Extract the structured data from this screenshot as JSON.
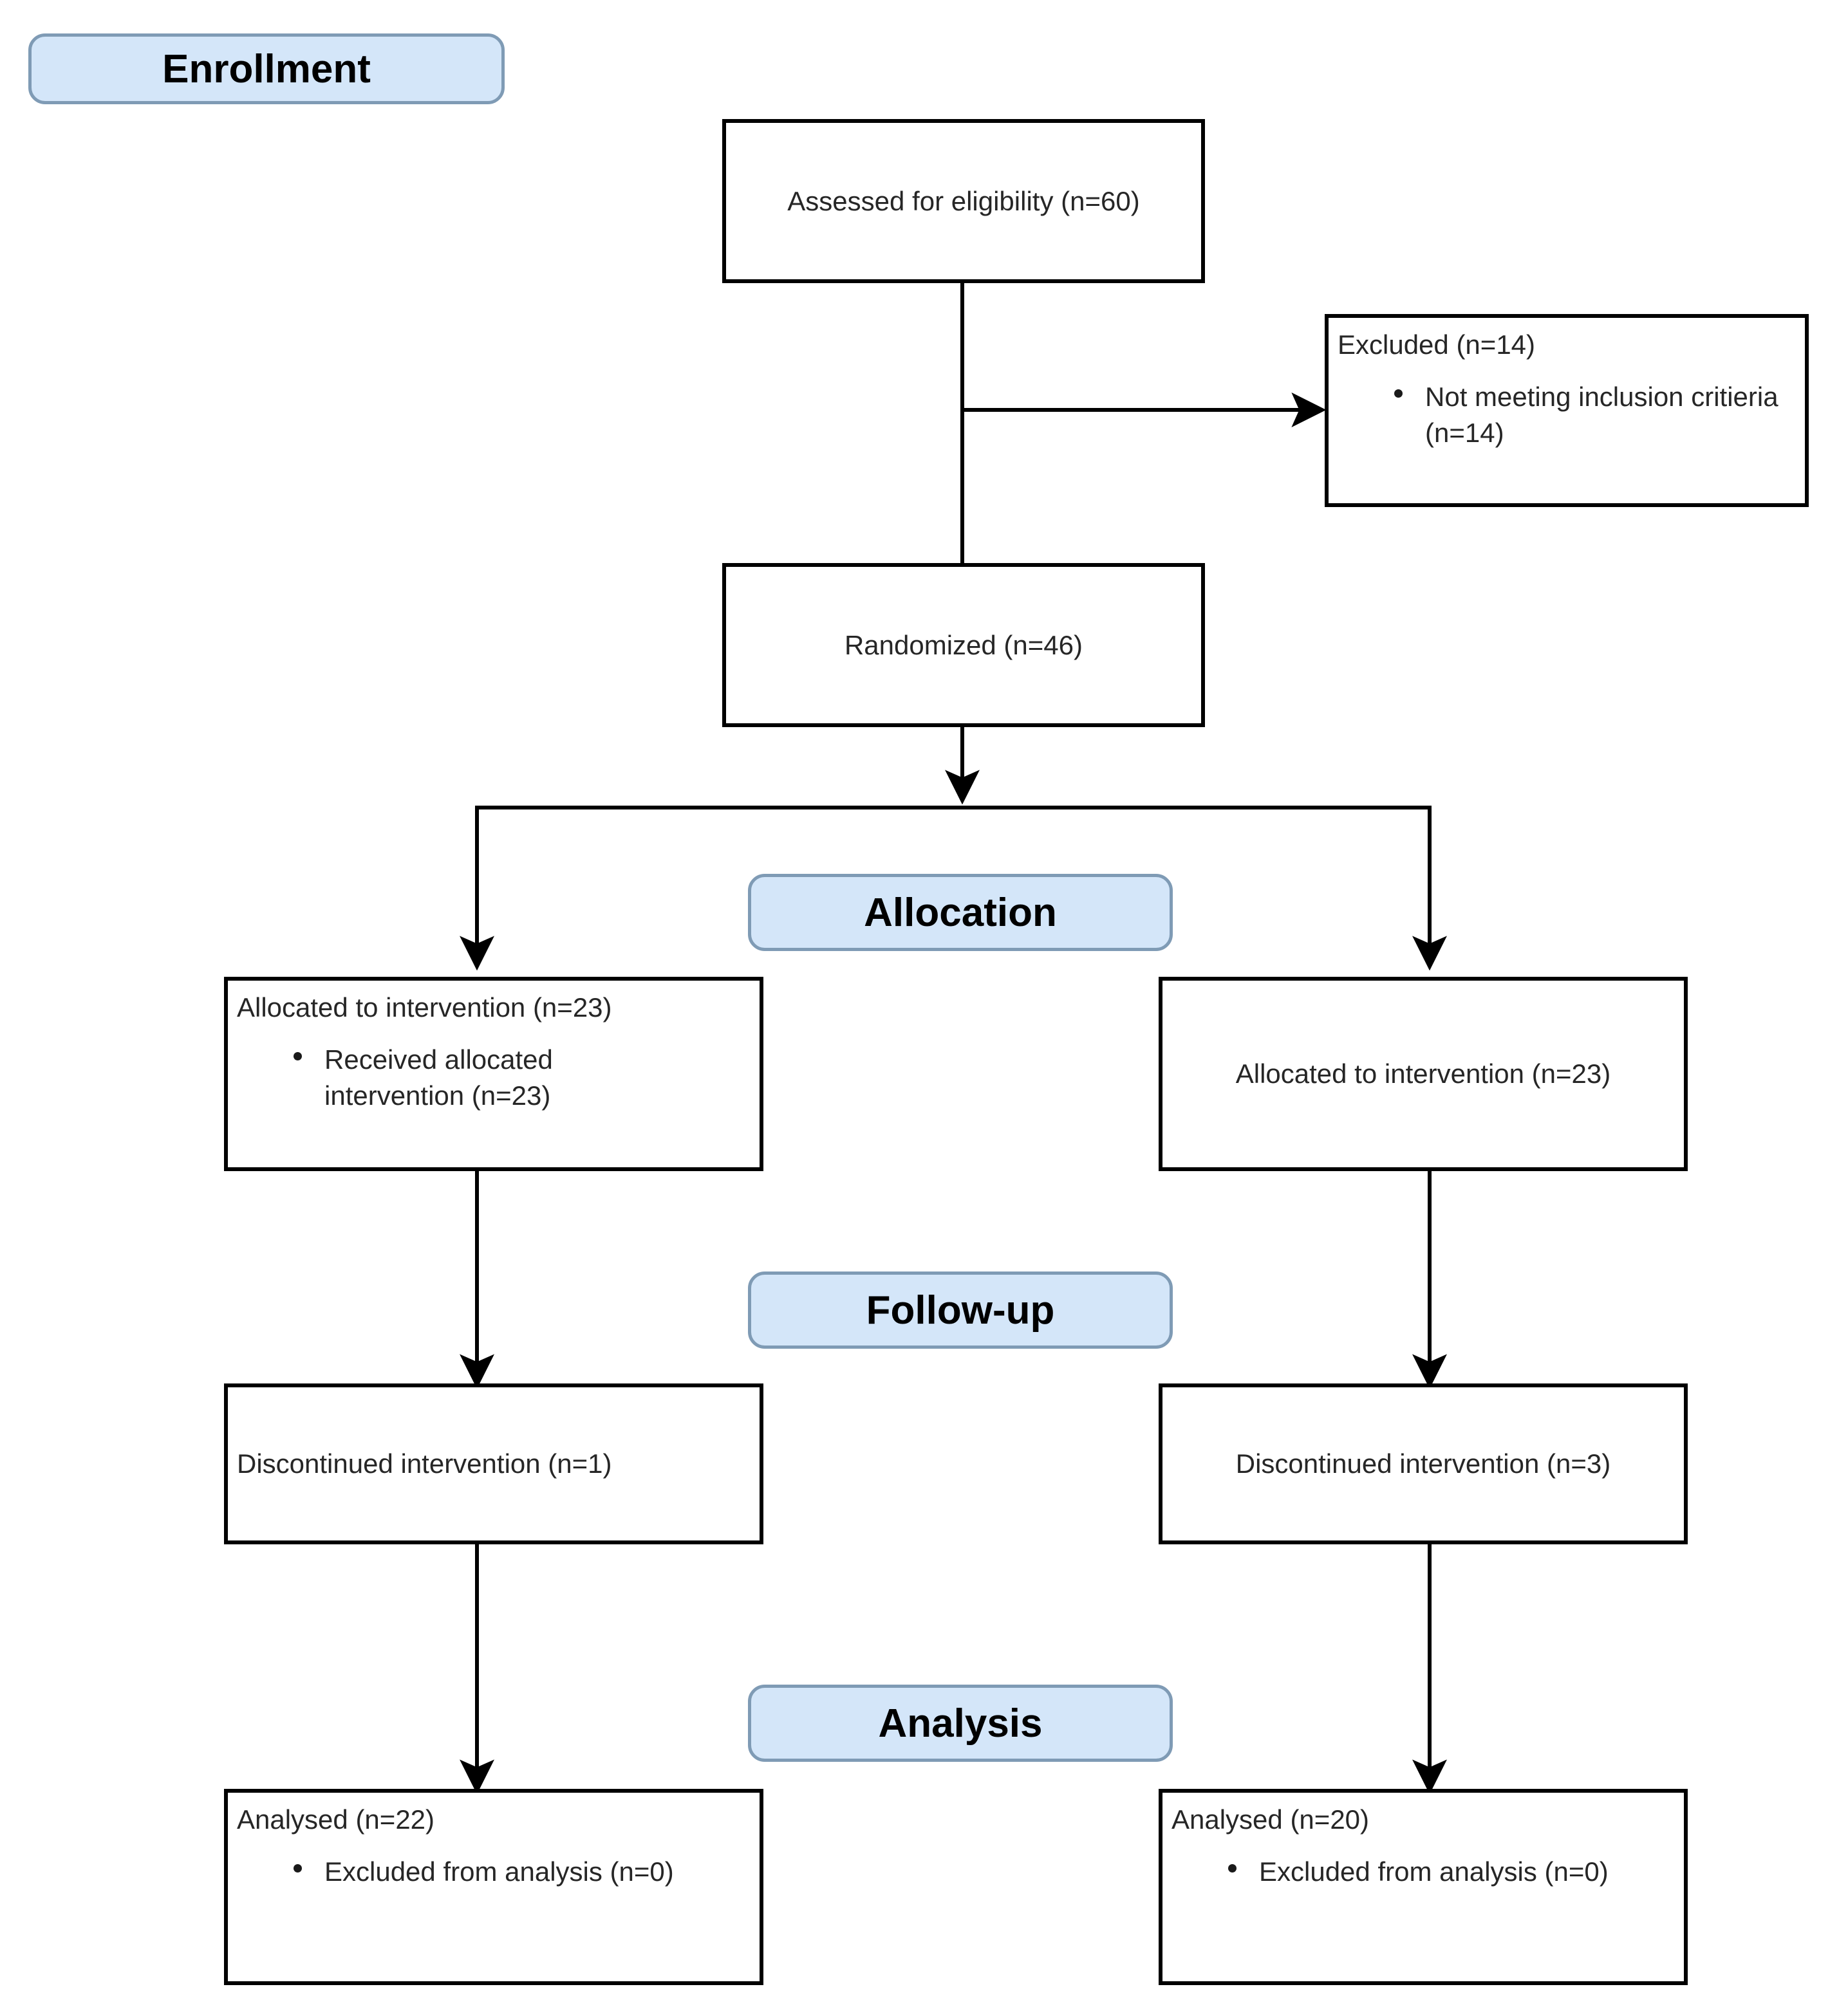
{
  "diagram": {
    "title": "CONSORT participant flow diagram",
    "accent_fill": "#d4e6f9",
    "accent_border": "#7f9bb5",
    "box_border": "#000000",
    "text_color": "#262626"
  },
  "stages": {
    "enrollment": "Enrollment",
    "allocation": "Allocation",
    "followup": "Follow-up",
    "analysis": "Analysis"
  },
  "nodes": {
    "assessed": {
      "text": "Assessed for eligibility (n=60)"
    },
    "excluded": {
      "heading": "Excluded (n=14)",
      "bullets": [
        "Not meeting inclusion critieria (n=14)"
      ]
    },
    "randomized": {
      "text": "Randomized (n=46)"
    },
    "alloc_left": {
      "heading": "Allocated to intervention (n=23)",
      "bullets": [
        "Received allocated intervention (n=23)"
      ]
    },
    "alloc_right": {
      "text": "Allocated to intervention (n=23)"
    },
    "follow_left": {
      "text": "Discontinued intervention (n=1)"
    },
    "follow_right": {
      "text": "Discontinued intervention (n=3)"
    },
    "analysis_left": {
      "heading": "Analysed (n=22)",
      "bullets": [
        "Excluded from analysis (n=0)"
      ]
    },
    "analysis_right": {
      "heading": "Analysed (n=20)",
      "bullets": [
        "Excluded from analysis (n=0)"
      ]
    }
  },
  "chart_data": {
    "type": "diagram",
    "title": "CONSORT flow diagram",
    "stages": [
      "Enrollment",
      "Allocation",
      "Follow-up",
      "Analysis"
    ],
    "nodes": [
      {
        "id": "assessed",
        "stage": "Enrollment",
        "label": "Assessed for eligibility (n=60)",
        "n": 60
      },
      {
        "id": "excluded",
        "stage": "Enrollment",
        "label": "Excluded (n=14)",
        "n": 14,
        "details": [
          {
            "label": "Not meeting inclusion critieria (n=14)",
            "n": 14
          }
        ]
      },
      {
        "id": "randomized",
        "stage": "Enrollment",
        "label": "Randomized (n=46)",
        "n": 46
      },
      {
        "id": "alloc_left",
        "stage": "Allocation",
        "arm": "left",
        "label": "Allocated to intervention (n=23)",
        "n": 23,
        "details": [
          {
            "label": "Received allocated intervention (n=23)",
            "n": 23
          }
        ]
      },
      {
        "id": "alloc_right",
        "stage": "Allocation",
        "arm": "right",
        "label": "Allocated to intervention (n=23)",
        "n": 23,
        "details": []
      },
      {
        "id": "follow_left",
        "stage": "Follow-up",
        "arm": "left",
        "label": "Discontinued intervention (n=1)",
        "n": 1
      },
      {
        "id": "follow_right",
        "stage": "Follow-up",
        "arm": "right",
        "label": "Discontinued intervention (n=3)",
        "n": 3
      },
      {
        "id": "analysis_left",
        "stage": "Analysis",
        "arm": "left",
        "label": "Analysed (n=22)",
        "n": 22,
        "details": [
          {
            "label": "Excluded from analysis (n=0)",
            "n": 0
          }
        ]
      },
      {
        "id": "analysis_right",
        "stage": "Analysis",
        "arm": "right",
        "label": "Analysed (n=20)",
        "n": 20,
        "details": [
          {
            "label": "Excluded from analysis (n=0)",
            "n": 0
          }
        ]
      }
    ],
    "edges": [
      {
        "from": "assessed",
        "to": "excluded",
        "direction": "right"
      },
      {
        "from": "assessed",
        "to": "randomized",
        "direction": "down"
      },
      {
        "from": "randomized",
        "to": "alloc_left",
        "direction": "down-left"
      },
      {
        "from": "randomized",
        "to": "alloc_right",
        "direction": "down-right"
      },
      {
        "from": "alloc_left",
        "to": "follow_left",
        "direction": "down"
      },
      {
        "from": "alloc_right",
        "to": "follow_right",
        "direction": "down"
      },
      {
        "from": "follow_left",
        "to": "analysis_left",
        "direction": "down"
      },
      {
        "from": "follow_right",
        "to": "analysis_right",
        "direction": "down"
      }
    ]
  }
}
